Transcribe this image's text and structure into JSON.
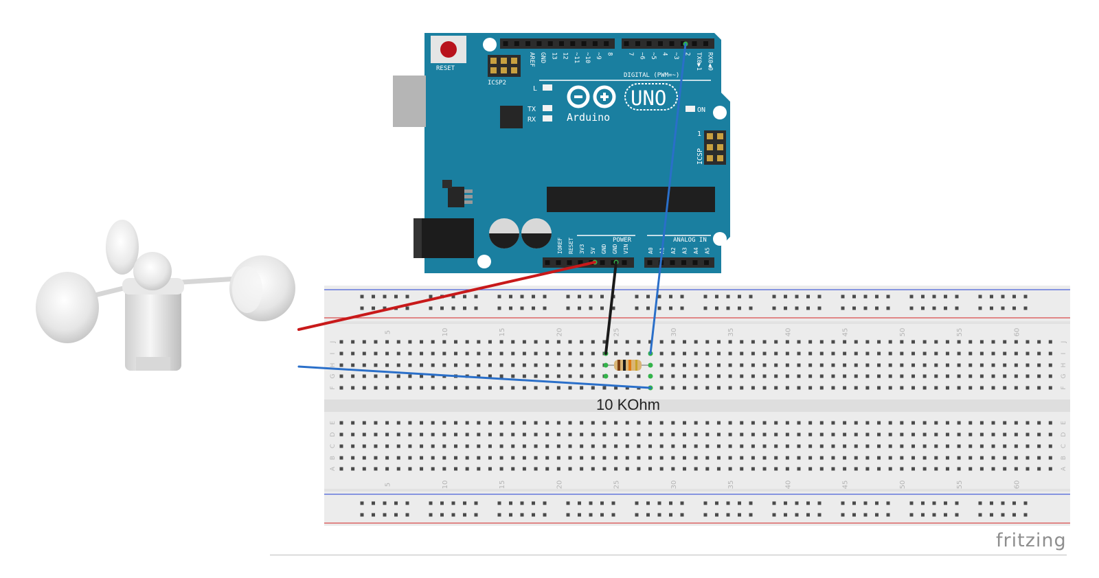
{
  "arduino": {
    "reset_label": "RESET",
    "icsp2_label": "ICSP2",
    "icsp_label": "ICSP",
    "icsp_pin1_label": "1",
    "l_label": "L",
    "tx_label": "TX",
    "rx_label": "RX",
    "on_label": "ON",
    "uno_label": "UNO",
    "brand_label": "Arduino",
    "digital_label": "DIGITAL (PWM=~)",
    "power_label": "POWER",
    "analog_label": "ANALOG IN",
    "top_pins": [
      "AREF",
      "GND",
      "13",
      "12",
      "~11",
      "~10",
      "~9",
      "8",
      "7",
      "~6",
      "~5",
      "4",
      "~3",
      "2",
      "TX0▶1",
      "RX0◀0"
    ],
    "power_pins": [
      "IOREF",
      "RESET",
      "3V3",
      "5V",
      "GND",
      "GND",
      "VIN"
    ],
    "analog_pins": [
      "A0",
      "A1",
      "A2",
      "A3",
      "A4",
      "A5"
    ]
  },
  "breadboard": {
    "column_numbers": [
      "5",
      "10",
      "15",
      "20",
      "25",
      "30",
      "35",
      "40",
      "45",
      "50",
      "55",
      "60"
    ],
    "upper_row_letters": [
      "J",
      "I",
      "H",
      "G",
      "F"
    ],
    "lower_row_letters": [
      "E",
      "D",
      "C",
      "B",
      "A"
    ]
  },
  "resistor": {
    "label": "10 KOhm"
  },
  "wires": {
    "power_color": "#c8191a",
    "ground_color": "#1a1a1a",
    "signal_color": "#2a6fc9"
  },
  "colors": {
    "board": "#1a7fa0",
    "breadboard": "#ececec",
    "rail_red": "#d94a4a",
    "rail_blue": "#4a5fd9"
  },
  "watermark": {
    "text": "fritzing"
  }
}
